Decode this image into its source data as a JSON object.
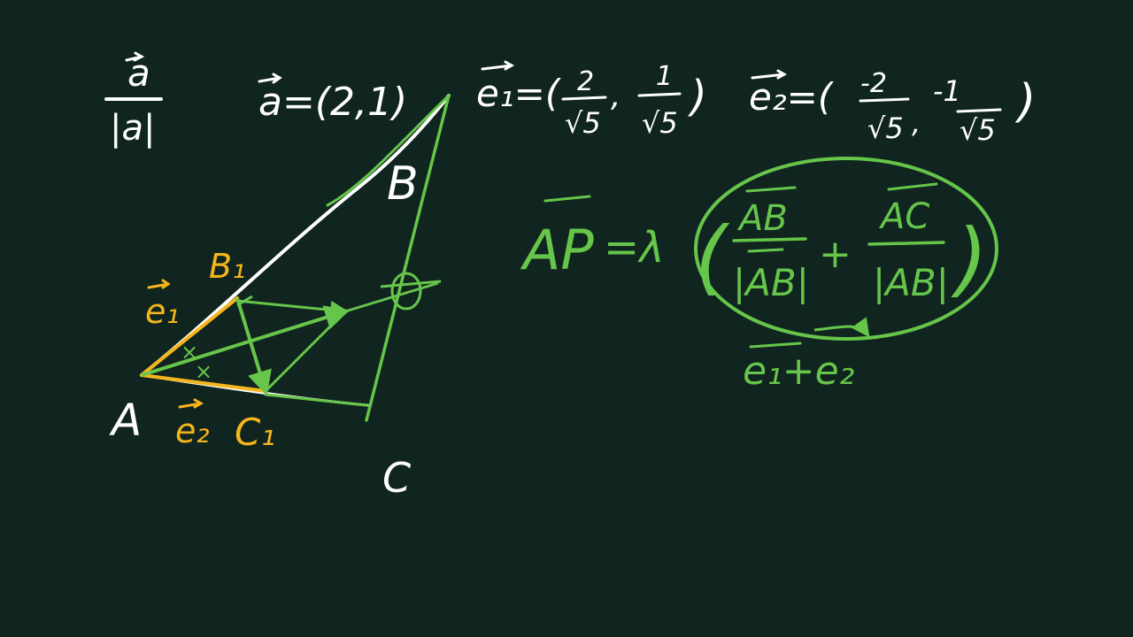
{
  "colors": {
    "background": "#10251f",
    "white": "#ffffff",
    "green": "#66c54a",
    "yellow": "#f5b51c"
  },
  "top_formulas": {
    "a_unit": {
      "numerator": "a",
      "denominator": "|a|"
    },
    "a_vec": "a=(2,1)",
    "e1": {
      "lhs": "e₁=(",
      "x_num": "2",
      "x_den": "√5",
      "comma": ",",
      "y_num": "1",
      "y_den": "√5",
      "rhs": ")"
    },
    "e2": {
      "lhs": "e₂=(",
      "x_num": "-2",
      "x_den": "√5",
      "comma": ",",
      "y_num": "-1",
      "y_den": "√5",
      "rhs": ")"
    }
  },
  "diagram_labels": {
    "A": "A",
    "B": "B",
    "C": "C",
    "B1": "B₁",
    "C1": "C₁",
    "e1": "e₁",
    "e2": "e₂",
    "tick_mark": "×"
  },
  "right_formula": {
    "ap": "AP",
    "equals_lambda": "=λ",
    "left_paren": "(",
    "frac1_num": "AB",
    "frac1_den": "|AB|",
    "plus": "+",
    "frac2_num": "AC",
    "frac2_den": "|AB|",
    "right_paren": ")",
    "below": "e₁+e₂"
  },
  "icons": {
    "triangle": "triangle-diagram-icon",
    "circle": "highlight-circle-icon",
    "arrow": "arrow-icon"
  }
}
